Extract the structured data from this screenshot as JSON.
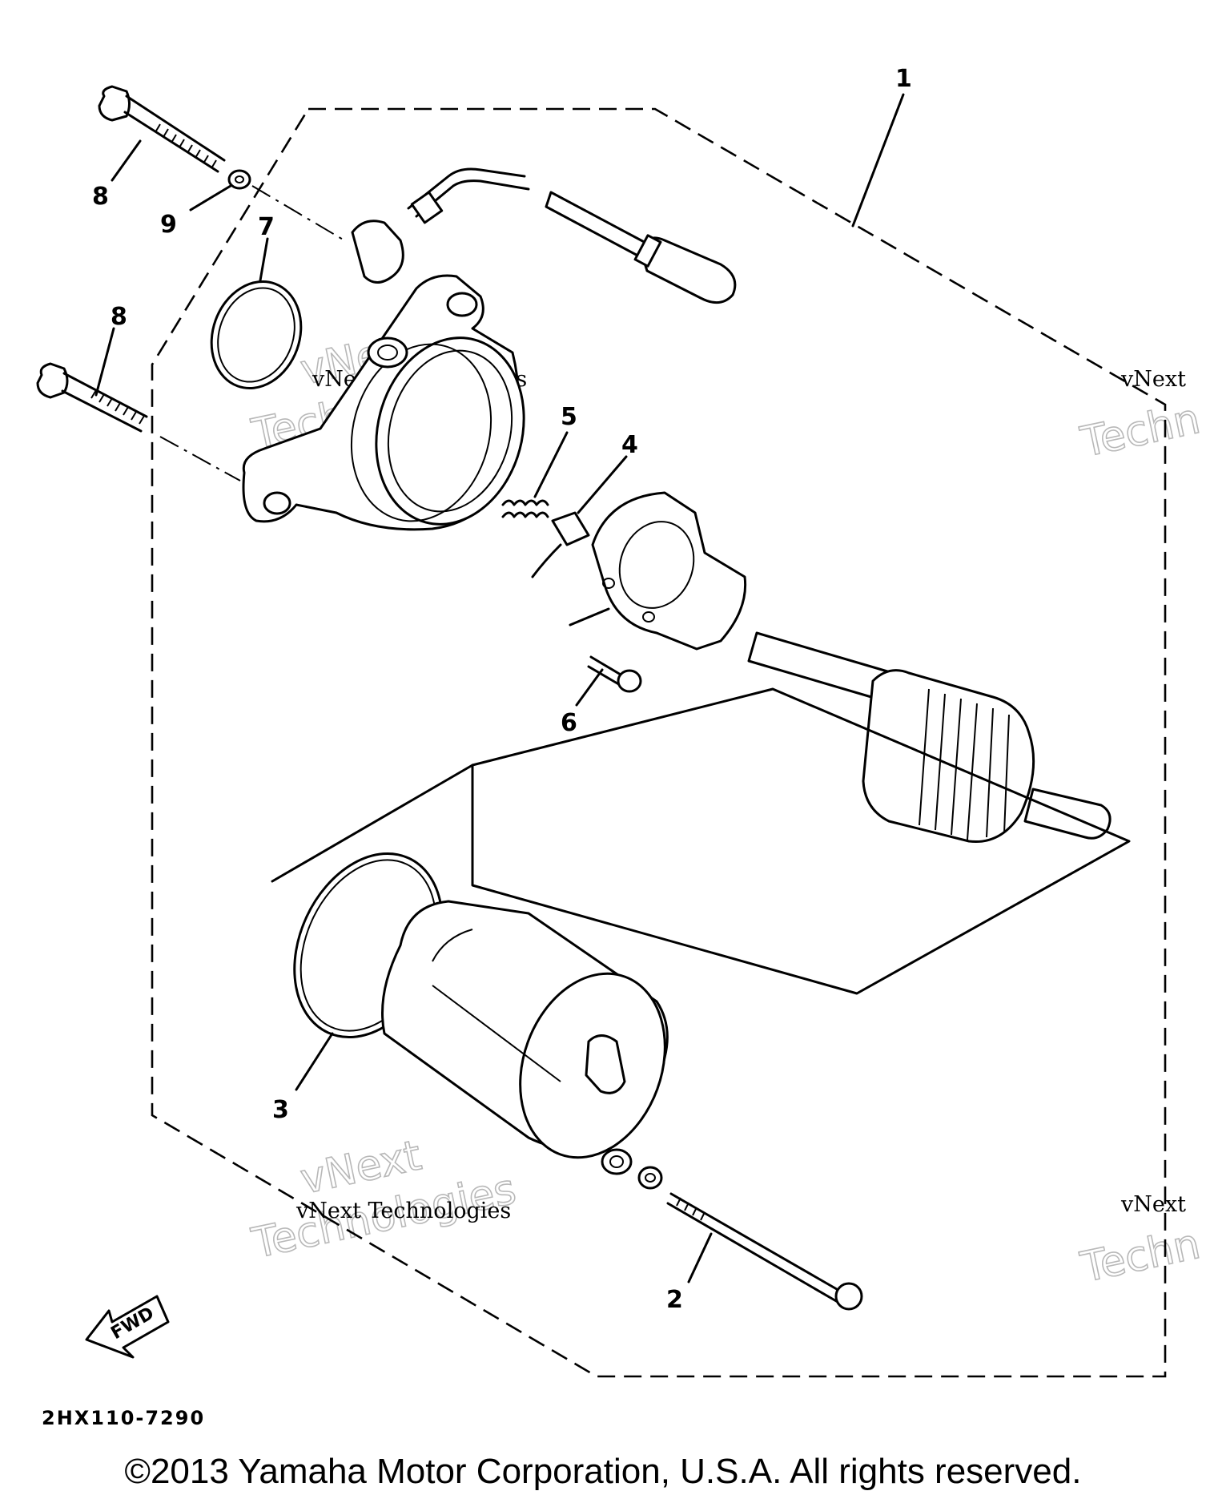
{
  "callouts": {
    "c1": "1",
    "c2": "2",
    "c3": "3",
    "c4": "4",
    "c5": "5",
    "c6": "6",
    "c7": "7",
    "c8a": "8",
    "c8b": "8",
    "c9": "9"
  },
  "fwd_label": "FWD",
  "diagram_code": "2HX110-7290",
  "watermark": {
    "small": "vNext Technologies",
    "big_line1": "vNext",
    "big_line2": "Technologies",
    "edge_small": "vNext",
    "edge_big": "Techn"
  },
  "copyright": "©2013 Yamaha Motor Corporation, U.S.A. All rights reserved."
}
